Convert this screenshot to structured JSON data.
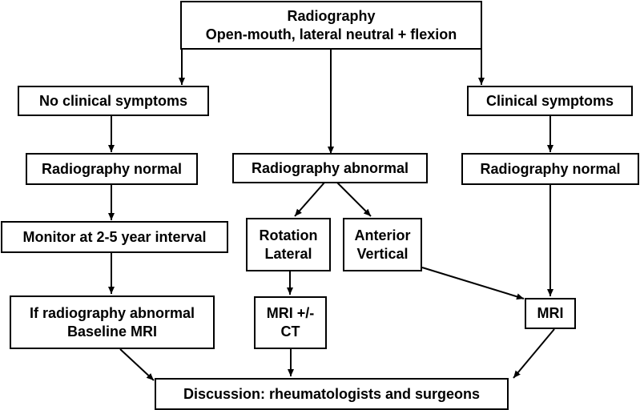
{
  "diagram": {
    "nodes": {
      "top": {
        "line1": "Radiography",
        "line2": "Open-mouth, lateral neutral + flexion"
      },
      "no_symptoms": {
        "label": "No clinical symptoms"
      },
      "clinical_symptoms": {
        "label": "Clinical symptoms"
      },
      "radiography_normal_left": {
        "label": "Radiography normal"
      },
      "radiography_abnormal": {
        "label": "Radiography abnormal"
      },
      "radiography_normal_right": {
        "label": "Radiography normal"
      },
      "monitor": {
        "label": "Monitor at 2-5 year interval"
      },
      "rotation_lateral": {
        "line1": "Rotation",
        "line2": "Lateral"
      },
      "anterior_vertical": {
        "line1": "Anterior",
        "line2": "Vertical"
      },
      "baseline_mri": {
        "line1": "If radiography abnormal",
        "line2": "Baseline MRI"
      },
      "mri_ct": {
        "line1": "MRI +/-",
        "line2": "CT"
      },
      "mri": {
        "label": "MRI"
      },
      "discussion": {
        "label": "Discussion: rheumatologists and surgeons"
      }
    },
    "edges": [
      [
        "top",
        "no_symptoms"
      ],
      [
        "top",
        "radiography_abnormal"
      ],
      [
        "top",
        "clinical_symptoms"
      ],
      [
        "no_symptoms",
        "radiography_normal_left"
      ],
      [
        "radiography_normal_left",
        "monitor"
      ],
      [
        "monitor",
        "baseline_mri"
      ],
      [
        "radiography_abnormal",
        "rotation_lateral"
      ],
      [
        "radiography_abnormal",
        "anterior_vertical"
      ],
      [
        "rotation_lateral",
        "mri_ct"
      ],
      [
        "anterior_vertical",
        "mri"
      ],
      [
        "clinical_symptoms",
        "radiography_normal_right"
      ],
      [
        "radiography_normal_right",
        "mri"
      ],
      [
        "baseline_mri",
        "discussion"
      ],
      [
        "mri_ct",
        "discussion"
      ],
      [
        "mri",
        "discussion"
      ]
    ]
  }
}
